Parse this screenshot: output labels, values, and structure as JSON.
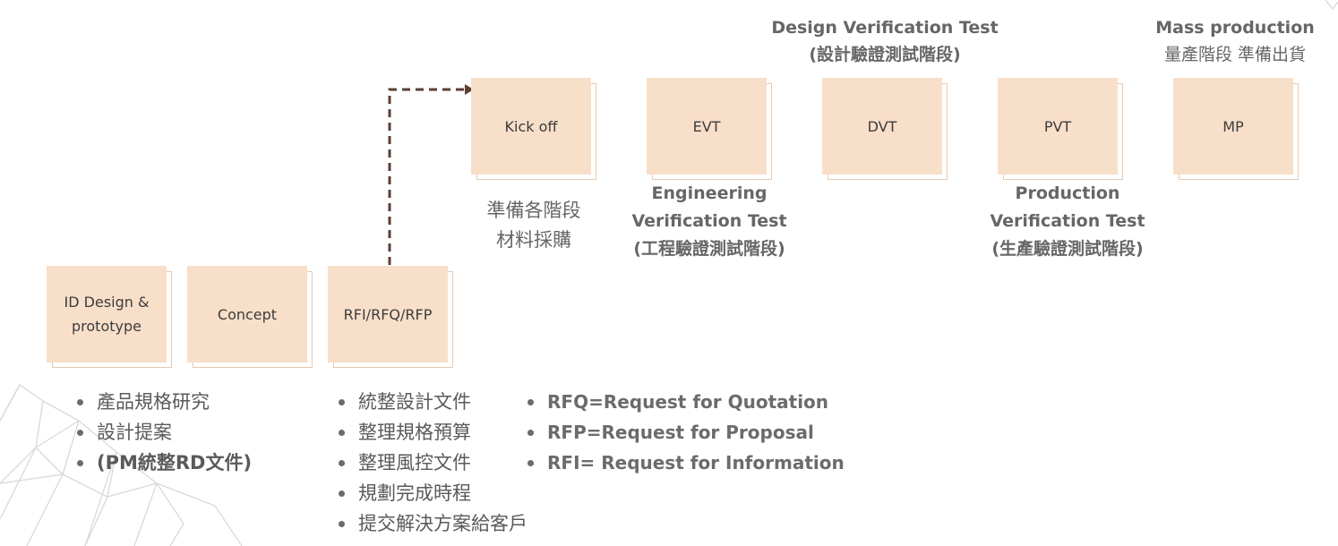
{
  "stages_top": [
    {
      "id": "kickoff",
      "label": "Kick off"
    },
    {
      "id": "evt",
      "label": "EVT"
    },
    {
      "id": "dvt",
      "label": "DVT"
    },
    {
      "id": "pvt",
      "label": "PVT"
    },
    {
      "id": "mp",
      "label": "MP"
    }
  ],
  "stages_bottom": [
    {
      "id": "id-design",
      "label": "ID Design &\nprototype"
    },
    {
      "id": "concept",
      "label": "Concept"
    },
    {
      "id": "rfi",
      "label": "RFI/RFQ/RFP"
    }
  ],
  "captions": {
    "dvt_en": "Design Verification Test",
    "dvt_zh": "(設計驗證測試階段)",
    "mp_en": "Mass production",
    "mp_zh": "量產階段 準備出貨",
    "kickoff_zh": "準備各階段\n材料採購",
    "evt_en": "Engineering\nVerification Test",
    "evt_zh": "(工程驗證測試階段)",
    "pvt_en": "Production\nVerification Test",
    "pvt_zh": "(生產驗證測試階段)"
  },
  "notes": {
    "id_design": [
      "產品規格研究",
      "設計提案",
      "(PM統整RD文件)"
    ],
    "rfi_zh": [
      "統整設計文件",
      "整理規格預算",
      "整理風控文件",
      "規劃完成時程",
      "提交解決方案給客戶"
    ],
    "rfi_en": [
      "RFQ=Request for Quotation",
      "RFP=Request for Proposal",
      "RFI= Request for Information"
    ]
  },
  "colors": {
    "card": "#f8dfc9",
    "card_border": "#e6c9b0",
    "arrow": "#5b4032",
    "text": "#666666"
  }
}
